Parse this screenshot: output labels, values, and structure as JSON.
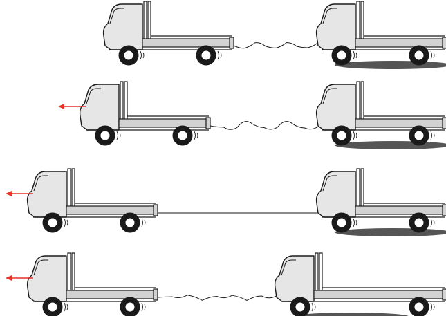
{
  "diagram": {
    "kind": "truck-towing-sequence",
    "stages": [
      {
        "towing_truck": "lead",
        "towed_truck": "rear",
        "rope_state": "slack",
        "pull_arrow": false,
        "rear_truck_shadow": true
      },
      {
        "towing_truck": "lead",
        "towed_truck": "rear",
        "rope_state": "slack",
        "pull_arrow": true,
        "rear_truck_shadow": true
      },
      {
        "towing_truck": "lead",
        "towed_truck": "rear",
        "rope_state": "taut",
        "pull_arrow": true,
        "rear_truck_shadow": true
      },
      {
        "towing_truck": "lead",
        "towed_truck": "rear",
        "rope_state": "slack",
        "pull_arrow": true,
        "rear_truck_shadow": true
      }
    ],
    "colors": {
      "truck_body": "#e6e6e6",
      "truck_bed": "#d2d2d2",
      "outline": "#1a1a1a",
      "tire": "#1a1a1a",
      "hub": "#ffffff",
      "shadow": "#555555",
      "pull_arrow": "#e8322a",
      "rope": "#1a1a1a"
    },
    "icons": {
      "truck": "flatbed-truck-icon",
      "arrow": "arrow-left-icon",
      "rope": "tow-rope"
    }
  }
}
